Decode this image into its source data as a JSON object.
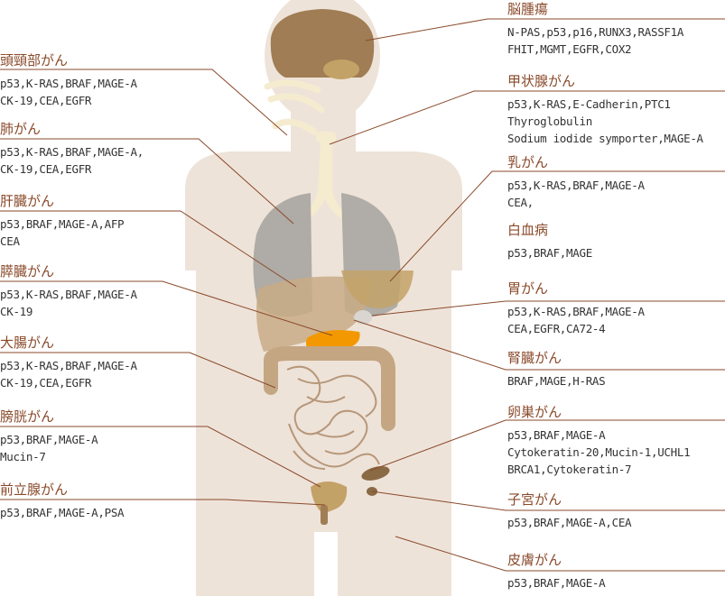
{
  "colors": {
    "body": "#eee3d9",
    "brain": "#a07d55",
    "lung": "#a9a5a1",
    "bone": "#f5ecd0",
    "intestine": "#a07d55",
    "pancreas": "#f39800",
    "label": "#8a4a2b",
    "text": "#333333"
  },
  "left_labels": [
    {
      "name": "頭頸部がん",
      "markers": [
        "p53,K-RAS,BRAF,MAGE-A",
        "CK-19,CEA,EGFR"
      ]
    },
    {
      "name": "肺がん",
      "markers": [
        "p53,K-RAS,BRAF,MAGE-A,",
        "CK-19,CEA,EGFR"
      ]
    },
    {
      "name": "肝臓がん",
      "markers": [
        "p53,BRAF,MAGE-A,AFP",
        "CEA"
      ]
    },
    {
      "name": "膵臓がん",
      "markers": [
        "p53,K-RAS,BRAF,MAGE-A",
        "CK-19"
      ]
    },
    {
      "name": "大腸がん",
      "markers": [
        "p53,K-RAS,BRAF,MAGE-A",
        "CK-19,CEA,EGFR"
      ]
    },
    {
      "name": "膀胱がん",
      "markers": [
        "p53,BRAF,MAGE-A",
        "Mucin-7"
      ]
    },
    {
      "name": "前立腺がん",
      "markers": [
        "p53,BRAF,MAGE-A,PSA"
      ]
    }
  ],
  "right_labels": [
    {
      "name": "脳腫瘍",
      "markers": [
        "N-PAS,p53,p16,RUNX3,RASSF1A",
        "FHIT,MGMT,EGFR,COX2"
      ]
    },
    {
      "name": "甲状腺がん",
      "markers": [
        "p53,K-RAS,E-Cadherin,PTC1",
        "Thyroglobulin",
        "Sodium iodide symporter,MAGE-A"
      ]
    },
    {
      "name": "乳がん",
      "markers": [
        "p53,K-RAS,BRAF,MAGE-A",
        "CEA,"
      ]
    },
    {
      "name": "白血病",
      "markers": [
        "p53,BRAF,MAGE"
      ]
    },
    {
      "name": "胃がん",
      "markers": [
        "p53,K-RAS,BRAF,MAGE-A",
        "CEA,EGFR,CA72-4"
      ]
    },
    {
      "name": "腎臓がん",
      "markers": [
        "BRAF,MAGE,H-RAS"
      ]
    },
    {
      "name": "卵巣がん",
      "markers": [
        "p53,BRAF,MAGE-A",
        "Cytokeratin-20,Mucin-1,UCHL1",
        "BRCA1,Cytokeratin-7"
      ]
    },
    {
      "name": "子宮がん",
      "markers": [
        "p53,BRAF,MAGE-A,CEA"
      ]
    },
    {
      "name": "皮膚がん",
      "markers": [
        "p53,BRAF,MAGE-A"
      ]
    }
  ]
}
